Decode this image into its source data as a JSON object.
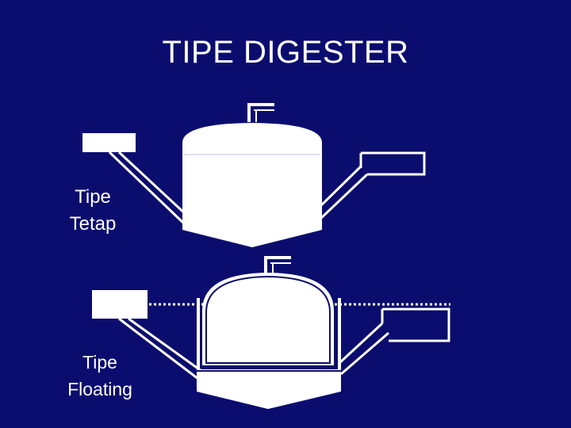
{
  "slide": {
    "title": "TIPE DIGESTER",
    "background_color": "#0b0d6e",
    "foreground_color": "#ffffff"
  },
  "digesters": [
    {
      "type": "fixed-dome",
      "label_line1": "Tipe",
      "label_line2": "Tetap"
    },
    {
      "type": "floating-drum",
      "label_line1": "Tipe",
      "label_line2": "Floating"
    }
  ]
}
